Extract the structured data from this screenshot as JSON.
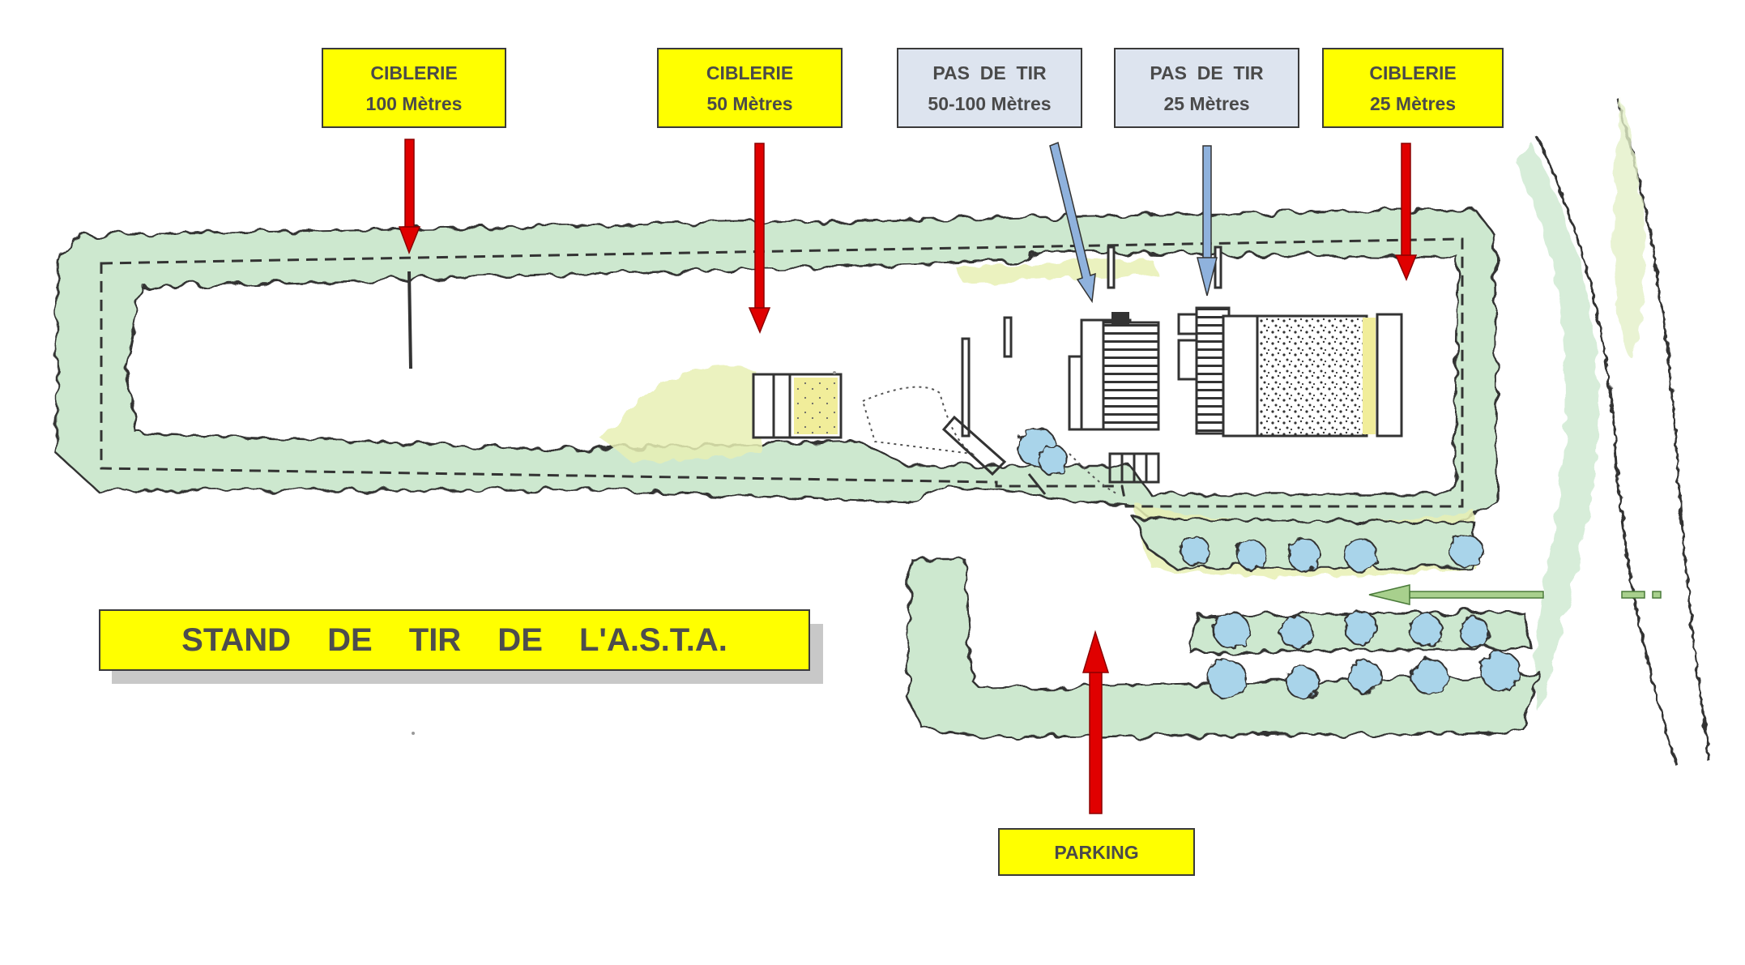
{
  "labels": {
    "ciblerie_100": {
      "line1": "CIBLERIE",
      "line2": "100 Mètres"
    },
    "ciblerie_50": {
      "line1": "CIBLERIE",
      "line2": "50 Mètres"
    },
    "pas_de_tir_50_100": {
      "line1": "PAS  DE  TIR",
      "line2": "50-100 Mètres"
    },
    "pas_de_tir_25": {
      "line1": "PAS  DE  TIR",
      "line2": "25 Mètres"
    },
    "ciblerie_25": {
      "line1": "CIBLERIE",
      "line2": "25 Mètres"
    },
    "parking": "PARKING"
  },
  "title": "STAND DE TIR DE L'A.S.T.A.",
  "colors": {
    "label_yellow": "#ffff00",
    "label_blue": "#dde4ef",
    "arrow_red": "#e00000",
    "arrow_blue": "#8fb2dd",
    "arrow_green": "#a8d08d",
    "hedge_green": "#cde8cf",
    "tree_blue": "#a9d4ea",
    "sand_yellow": "#f1ed9a"
  }
}
